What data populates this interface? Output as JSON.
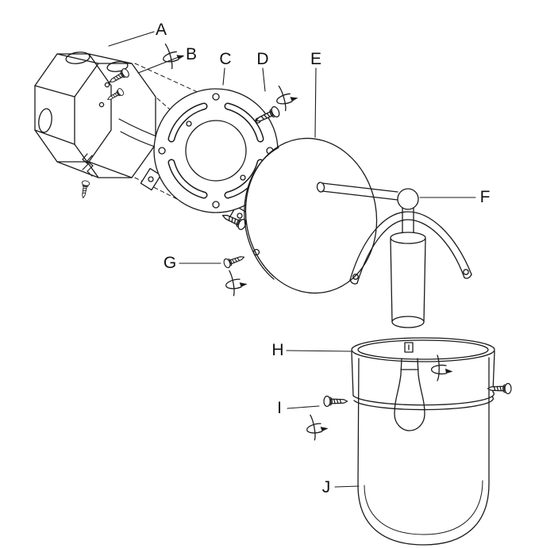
{
  "colors": {
    "background": "#ffffff",
    "line": "#1a1a1a"
  },
  "figure": {
    "type": "exploded-assembly-diagram",
    "labels": [
      {
        "id": "a",
        "text": "A"
      },
      {
        "id": "b",
        "text": "B"
      },
      {
        "id": "c",
        "text": "C"
      },
      {
        "id": "d",
        "text": "D"
      },
      {
        "id": "e",
        "text": "E"
      },
      {
        "id": "f",
        "text": "F"
      },
      {
        "id": "g",
        "text": "G"
      },
      {
        "id": "h",
        "text": "H"
      },
      {
        "id": "i",
        "text": "I"
      },
      {
        "id": "j",
        "text": "J"
      }
    ]
  }
}
